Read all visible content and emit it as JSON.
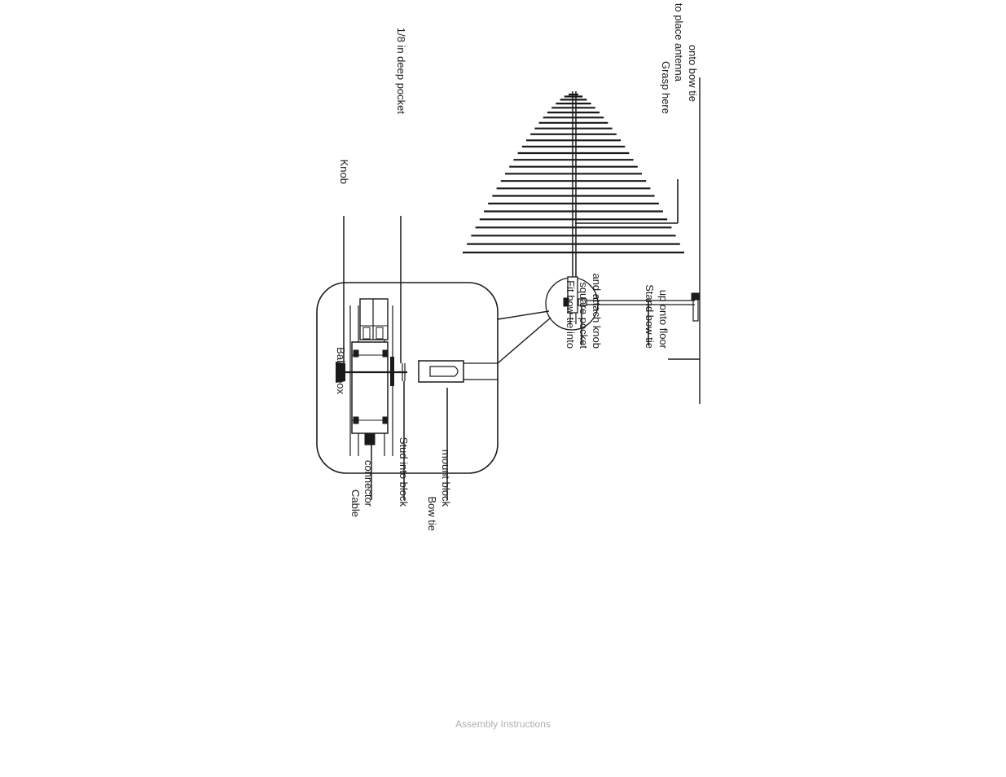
{
  "labels": {
    "knob": "Knob",
    "pocket": "1/8 in deep pocket",
    "balun_box": "Balun box",
    "cable_connector": [
      "Cable",
      "connector"
    ],
    "stud_into_block": "Stud into block",
    "bow_tie_mount_block": [
      "Bow tie",
      "mount block"
    ],
    "fit_bow_tie": [
      "Fit bow tie into",
      "square pocket",
      "and attach knob"
    ],
    "stand_bow_tie": [
      "Stand bow tie",
      "up onto floor"
    ],
    "grasp_here": [
      "Grasp here",
      "to place antenna",
      "onto bow tie"
    ]
  },
  "footer": "Assembly Instructions",
  "colors": {
    "ink": "#1a1a1a",
    "footer": "#b0b0b0"
  }
}
